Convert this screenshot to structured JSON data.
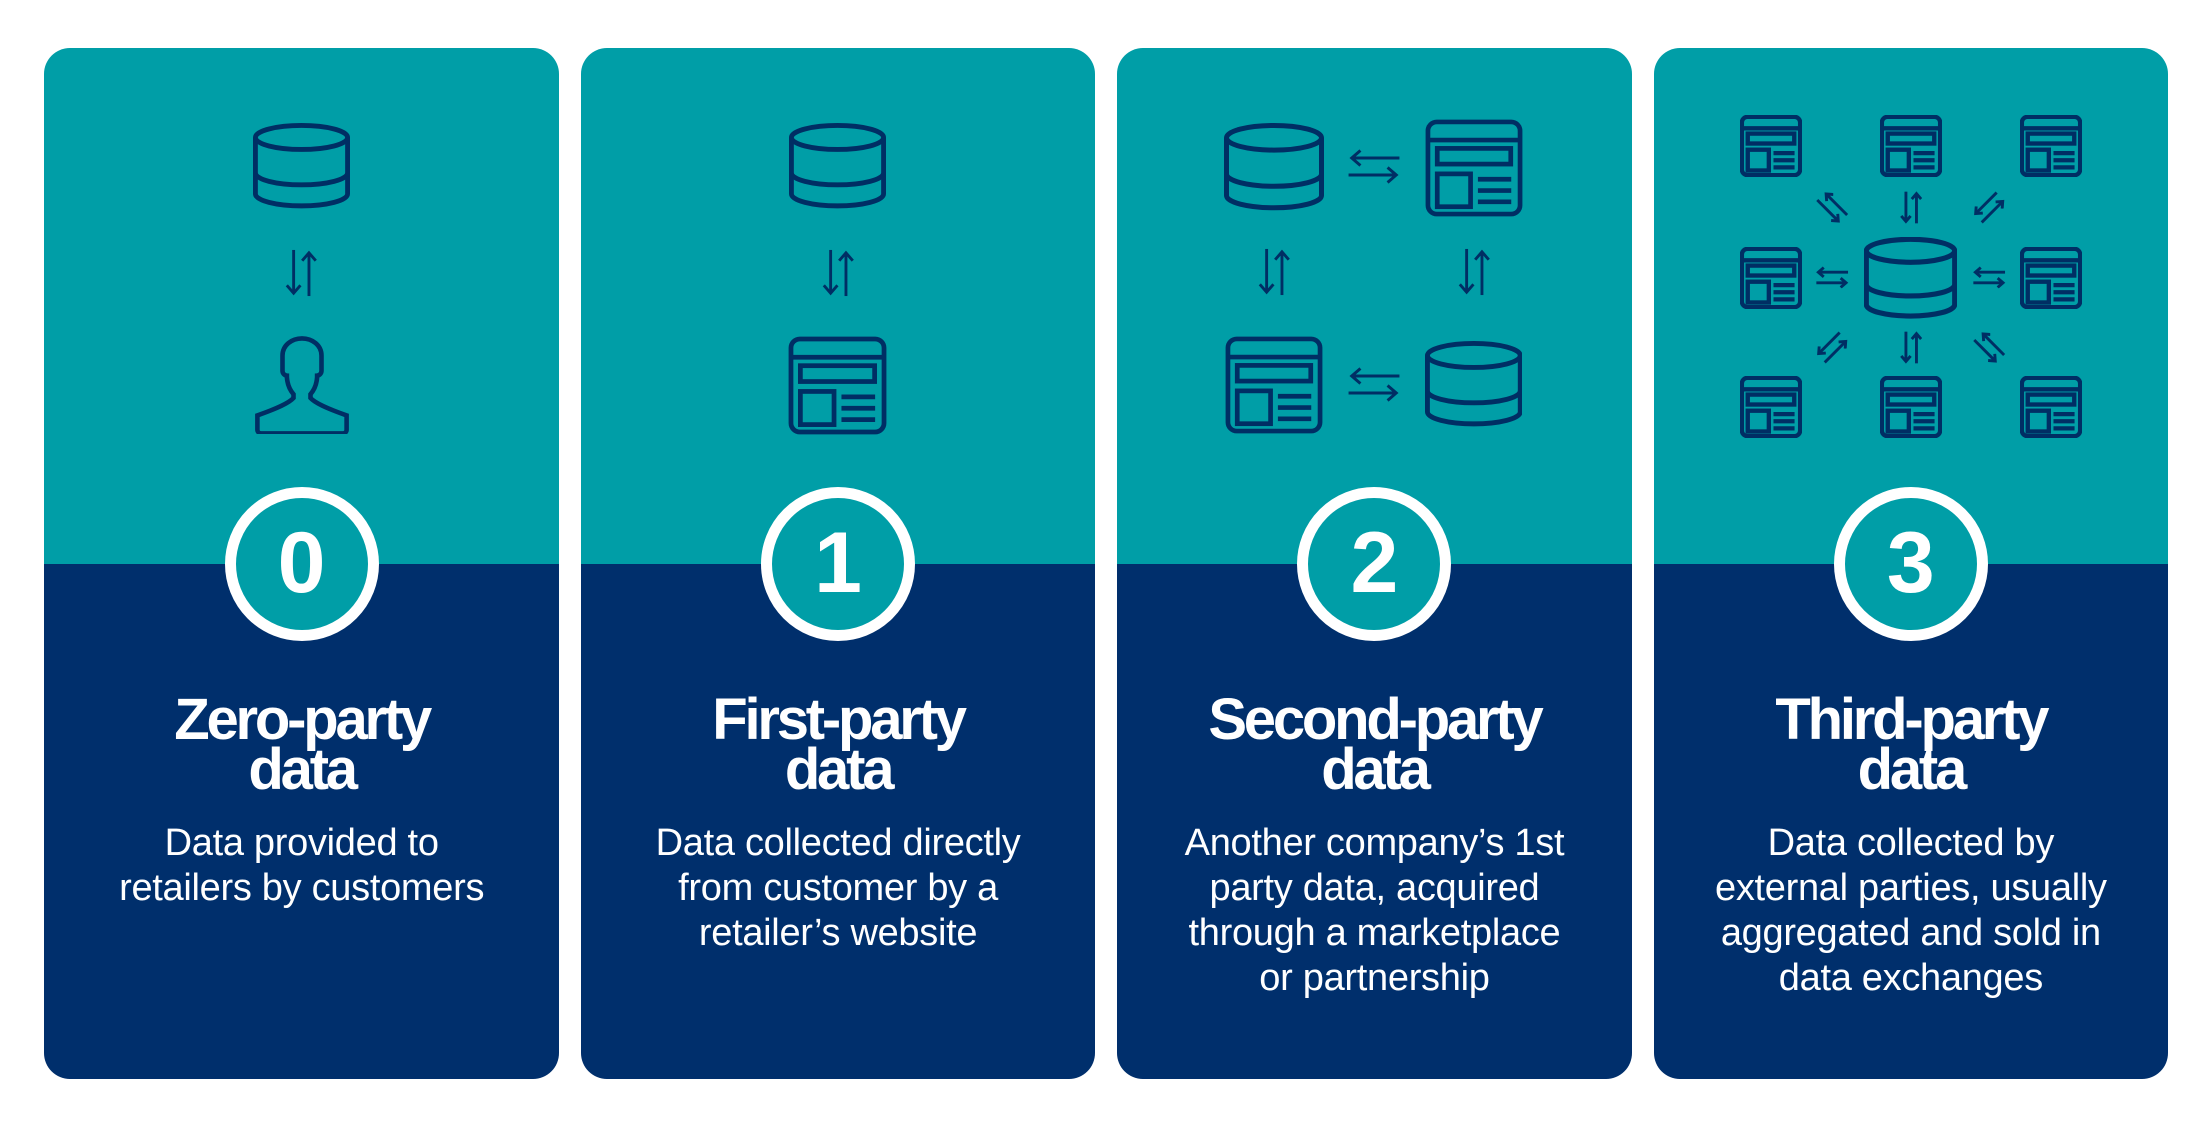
{
  "page": {
    "background": "#ffffff",
    "description": "Infographic of four data-party types: zero, first, second and third-party data"
  },
  "colors": {
    "teal": "#009EA7",
    "navy": "#002F6C",
    "icon_stroke": "#002E64",
    "text": "#ffffff"
  },
  "cards": [
    {
      "number": "0",
      "title": [
        "Zero-party",
        "data"
      ],
      "description": [
        "Data provided to",
        "retailers by customers"
      ],
      "icon_layout": "db-to-person",
      "icons": [
        "database-icon",
        "exchange-arrows-icon",
        "person-icon"
      ]
    },
    {
      "number": "1",
      "title": [
        "First-party",
        "data"
      ],
      "description": [
        "Data collected directly",
        "from customer by a",
        "retailer’s website"
      ],
      "icon_layout": "db-to-browser",
      "icons": [
        "database-icon",
        "exchange-arrows-icon",
        "browser-icon"
      ]
    },
    {
      "number": "2",
      "title": [
        "Second-party",
        "data"
      ],
      "description": [
        "Another company’s 1st",
        "party data, acquired",
        "through a marketplace",
        "or partnership"
      ],
      "icon_layout": "exchange-2x2",
      "icons": [
        "database-icon",
        "browser-icon",
        "exchange-arrows-icon"
      ]
    },
    {
      "number": "3",
      "title": [
        "Third-party",
        "data"
      ],
      "description": [
        "Data collected by",
        "external parties, usually",
        "aggregated and sold in",
        "data exchanges"
      ],
      "icon_layout": "hub-3x3",
      "icons": [
        "browser-icon",
        "database-icon",
        "exchange-arrows-icon"
      ]
    }
  ]
}
